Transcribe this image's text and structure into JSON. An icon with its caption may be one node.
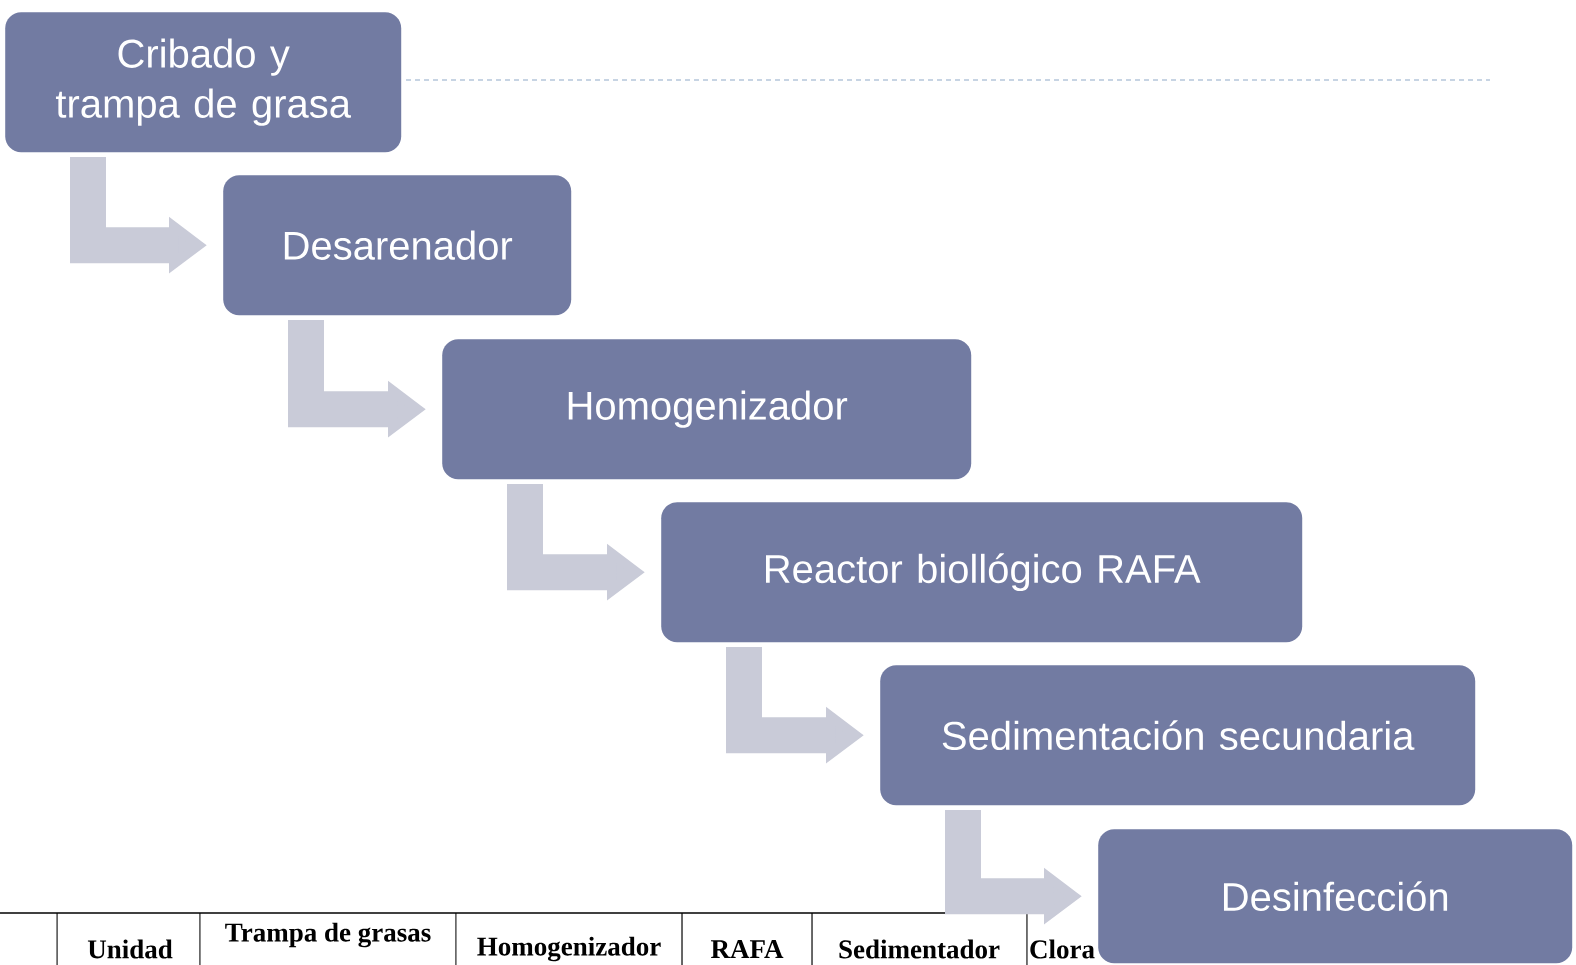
{
  "diagram": {
    "nodes": [
      {
        "text": [
          "Cribado y trampa de grasa"
        ]
      },
      {
        "text": [
          "Desarenador"
        ]
      },
      {
        "text": [
          "Homogenizador"
        ]
      },
      {
        "text": [
          "Reactor biollógico RAFA"
        ]
      },
      {
        "text": [
          "Sedimentación secundaria"
        ]
      },
      {
        "text": [
          "Desinfección"
        ]
      }
    ],
    "edges": [
      {
        "from": 0,
        "to": 1,
        "arrow": "to"
      },
      {
        "from": 1,
        "to": 2,
        "arrow": "to"
      },
      {
        "from": 2,
        "to": 3,
        "arrow": "to"
      },
      {
        "from": 3,
        "to": 4,
        "arrow": "to"
      },
      {
        "from": 4,
        "to": 5,
        "arrow": "to"
      }
    ],
    "labels": [
      "Unidad",
      "Trampa de grasas",
      "Homogenizador",
      "RAFA",
      "Sedimentador",
      "Clora"
    ]
  }
}
